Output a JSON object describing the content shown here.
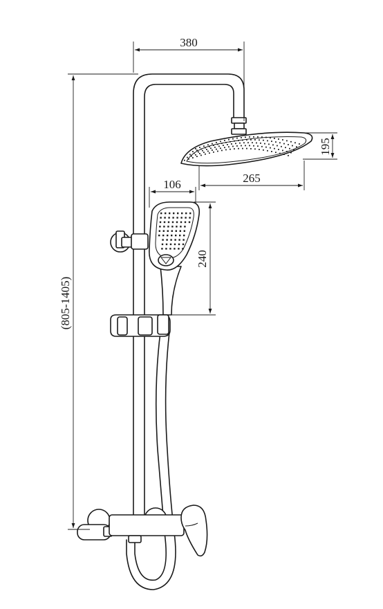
{
  "dimensions": {
    "top_width": "380",
    "head_height": "195",
    "head_width": "265",
    "hand_width": "106",
    "hand_height": "240",
    "total_height": "(805-1405)"
  }
}
